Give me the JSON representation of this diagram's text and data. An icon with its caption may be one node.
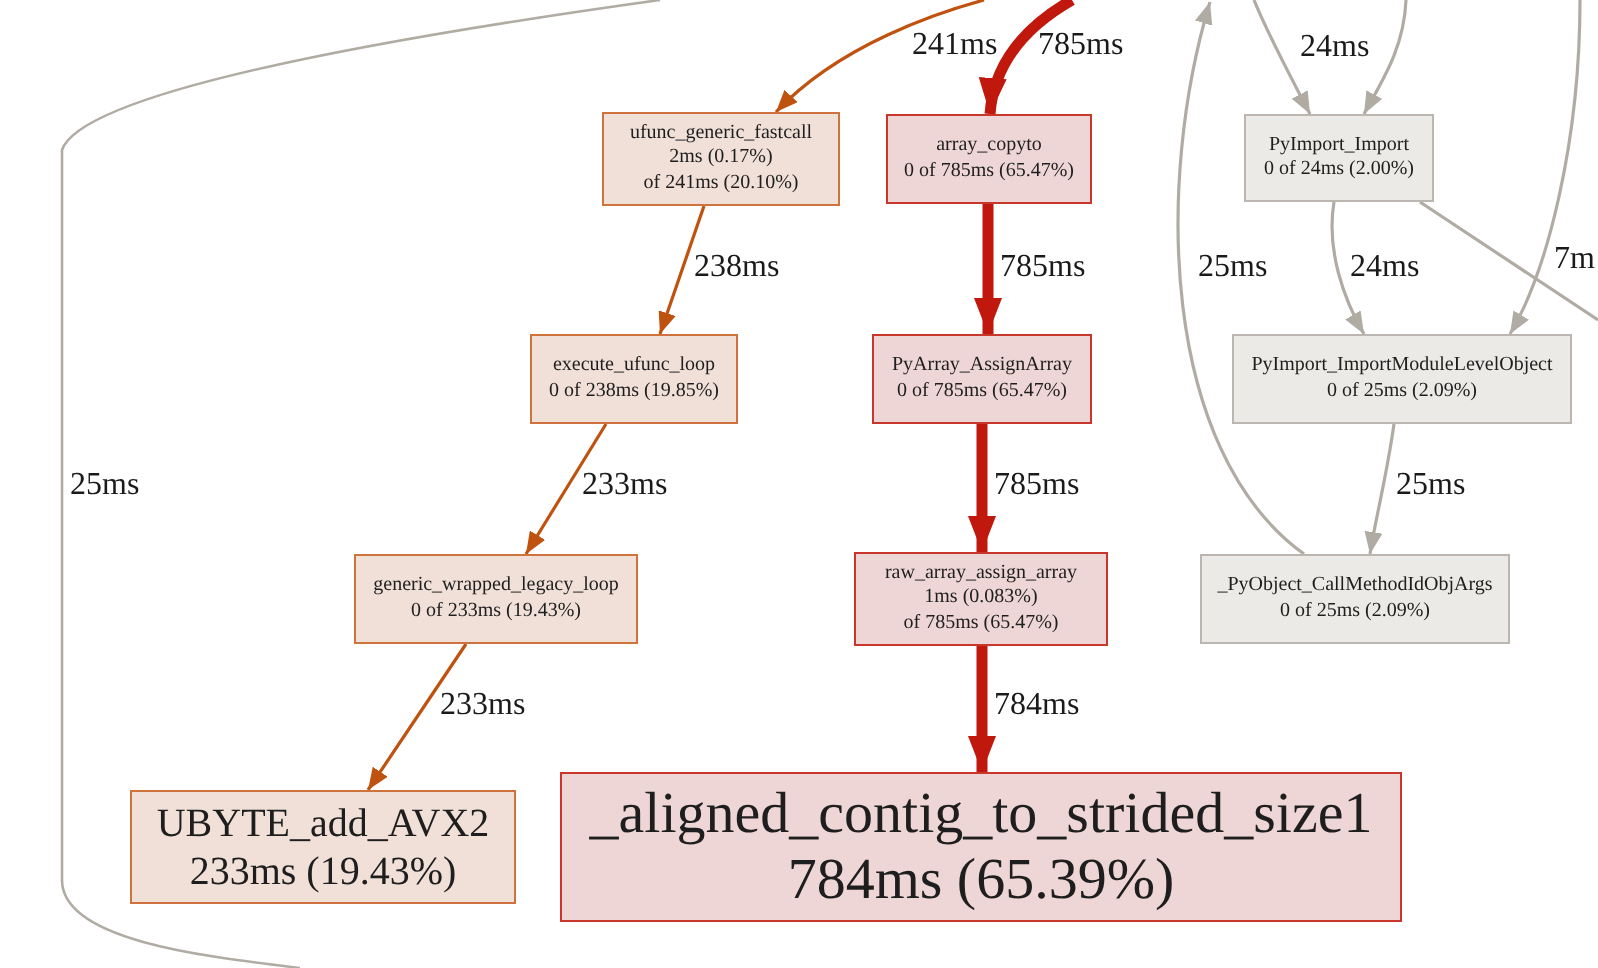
{
  "diagram": {
    "nodes": [
      {
        "text": [
          "ufunc_generic_fastcall",
          "2ms (0.17%)",
          "of 241ms (20.10%)"
        ]
      },
      {
        "text": [
          "array_copyto",
          "0 of 785ms (65.47%)"
        ]
      },
      {
        "text": [
          "PyImport_Import",
          "0 of 24ms (2.00%)"
        ]
      },
      {
        "text": [
          "execute_ufunc_loop",
          "0 of 238ms (19.85%)"
        ]
      },
      {
        "text": [
          "PyArray_AssignArray",
          "0 of 785ms (65.47%)"
        ]
      },
      {
        "text": [
          "PyImport_ImportModuleLevelObject",
          "0 of 25ms (2.09%)"
        ]
      },
      {
        "text": [
          "generic_wrapped_legacy_loop",
          "0 of 233ms (19.43%)"
        ]
      },
      {
        "text": [
          "raw_array_assign_array",
          "1ms (0.083%)",
          "of 785ms (65.47%)"
        ]
      },
      {
        "text": [
          "_PyObject_CallMethodIdObjArgs",
          "0 of 25ms (2.09%)"
        ]
      },
      {
        "text": [
          "UBYTE_add_AVX2",
          "233ms (19.43%)"
        ]
      },
      {
        "text": [
          "_aligned_contig_to_strided_size1",
          "784ms (65.39%)"
        ]
      }
    ],
    "edges": [
      {
        "from": null,
        "to": 0,
        "arrow": "to",
        "label": "241ms",
        "color": "#c0520f"
      },
      {
        "from": null,
        "to": 1,
        "arrow": "to",
        "label": "785ms",
        "style": "thick",
        "color": "#c0180c"
      },
      {
        "from": 0,
        "to": 3,
        "arrow": "to",
        "label": "238ms",
        "color": "#c0520f"
      },
      {
        "from": 1,
        "to": 4,
        "arrow": "to",
        "label": "785ms",
        "style": "thick",
        "color": "#c0180c"
      },
      {
        "from": 3,
        "to": 6,
        "arrow": "to",
        "label": "233ms",
        "color": "#c0520f"
      },
      {
        "from": 4,
        "to": 7,
        "arrow": "to",
        "label": "785ms",
        "style": "thick",
        "color": "#c0180c"
      },
      {
        "from": 6,
        "to": 9,
        "arrow": "to",
        "label": "233ms",
        "color": "#c0520f"
      },
      {
        "from": 7,
        "to": 10,
        "arrow": "to",
        "label": "784ms",
        "style": "thick",
        "color": "#c0180c"
      },
      {
        "from": null,
        "to": 2,
        "arrow": "to",
        "label": "24ms"
      },
      {
        "from": null,
        "to": 2,
        "arrow": "to"
      },
      {
        "from": 2,
        "to": 5,
        "arrow": "to",
        "label": "24ms"
      },
      {
        "from": null,
        "to": 5,
        "arrow": "to",
        "label": "7m"
      },
      {
        "from": 2,
        "to": null,
        "arrow": "none"
      },
      {
        "from": 5,
        "to": 8,
        "arrow": "to",
        "label": "25ms"
      },
      {
        "from": 8,
        "to": null,
        "arrow": "to",
        "label": "25ms"
      }
    ],
    "labels": [
      "25ms"
    ]
  }
}
